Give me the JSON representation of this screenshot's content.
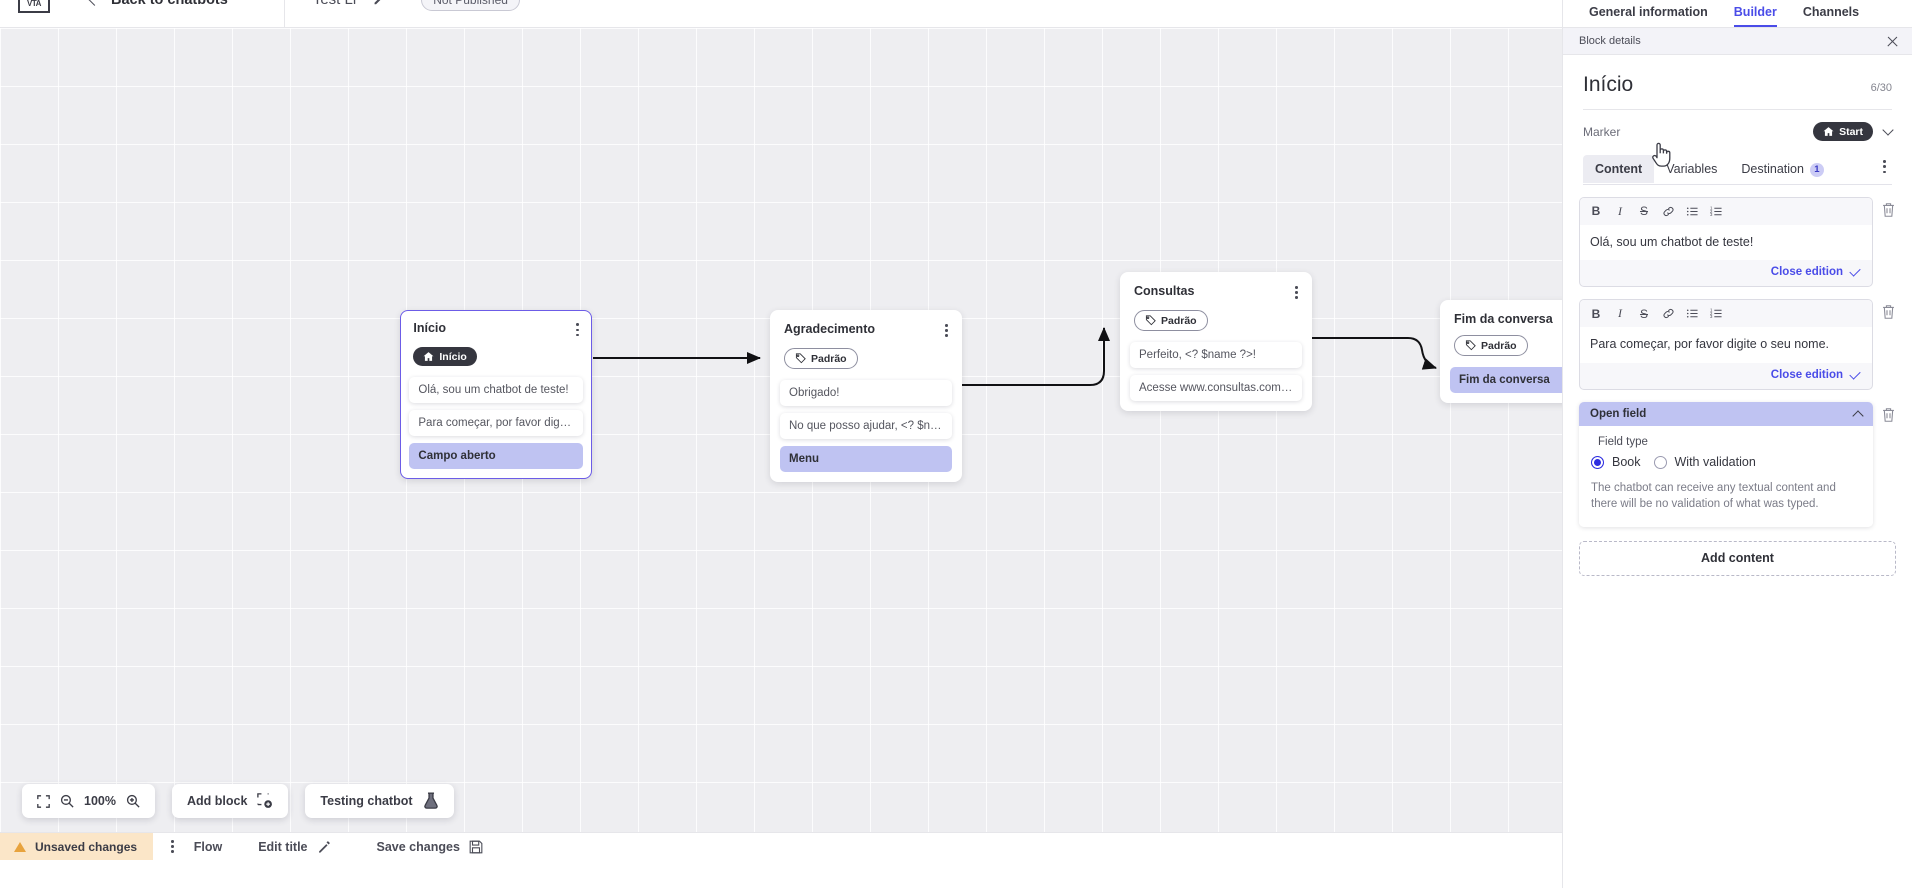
{
  "topbar": {
    "logo_text": "VTA",
    "back_label": "Back to chatbots",
    "bot_title": "Test Li",
    "edit_icon": "pencil-icon",
    "publish_status": "Not Published"
  },
  "panel": {
    "tabs": [
      {
        "label": "General information",
        "active": false
      },
      {
        "label": "Builder",
        "active": true
      },
      {
        "label": "Channels",
        "active": false
      }
    ],
    "block_details_label": "Block details",
    "close_icon": "close-icon",
    "block_title": "Início",
    "char_count": "6/30",
    "marker_label": "Marker",
    "marker_value": "Start",
    "marker_icon": "home-icon",
    "content_tabs": [
      {
        "label": "Content",
        "active": true,
        "badge": ""
      },
      {
        "label": "Variables",
        "active": false,
        "badge": ""
      },
      {
        "label": "Destination",
        "active": false,
        "badge": "1"
      }
    ],
    "overflow_icon": "kebab-menu-icon",
    "editors": [
      {
        "toolbar": [
          "B",
          "I",
          "S",
          "link-icon",
          "bullet-list-icon",
          "numbered-list-icon"
        ],
        "text": "Olá, sou um chatbot de teste!",
        "close_label": "Close edition",
        "delete_icon": "trash-icon"
      },
      {
        "toolbar": [
          "B",
          "I",
          "S",
          "link-icon",
          "bullet-list-icon",
          "numbered-list-icon"
        ],
        "text": "Para começar, por favor digite o seu nome.",
        "close_label": "Close edition",
        "delete_icon": "trash-icon"
      }
    ],
    "open_field": {
      "header": "Open field",
      "collapse_icon": "chevron-up-icon",
      "delete_icon": "trash-icon",
      "legend": "Field type",
      "options": [
        {
          "label": "Book",
          "selected": true
        },
        {
          "label": "With validation",
          "selected": false
        }
      ],
      "description": "The chatbot can receive any textual content and there will be no validation of what was typed."
    },
    "add_content_label": "Add content"
  },
  "canvas": {
    "zoom_level": "100%",
    "fit_icon": "fit-screen-icon",
    "zoom_out_icon": "zoom-out-icon",
    "zoom_in_icon": "zoom-in-icon",
    "add_block_label": "Add block",
    "add_block_icon": "add-block-icon",
    "testing_label": "Testing chatbot",
    "testing_icon": "flask-icon",
    "nodes": [
      {
        "id": "inicio",
        "title": "Início",
        "marker": "Início",
        "marker_kind": "start",
        "marker_icon": "home-icon",
        "selected": true,
        "rows": [
          {
            "text": "Olá, sou um chatbot de teste!",
            "highlight": false
          },
          {
            "text": "Para começar, por favor digite o ...",
            "highlight": false
          },
          {
            "text": "Campo aberto",
            "highlight": true
          }
        ]
      },
      {
        "id": "agradecimento",
        "title": "Agradecimento",
        "marker": "Padrão",
        "marker_kind": "padrao",
        "marker_icon": "tag-icon",
        "selected": false,
        "rows": [
          {
            "text": "Obrigado!",
            "highlight": false
          },
          {
            "text": "No que posso ajudar, <? $name ...",
            "highlight": false
          },
          {
            "text": "Menu",
            "highlight": true
          }
        ]
      },
      {
        "id": "consultas",
        "title": "Consultas",
        "marker": "Padrão",
        "marker_kind": "padrao",
        "marker_icon": "tag-icon",
        "selected": false,
        "rows": [
          {
            "text": "Perfeito, <? $name ?>!",
            "highlight": false
          },
          {
            "text": "Acesse www.consultas.com par...",
            "highlight": false
          }
        ]
      },
      {
        "id": "fim",
        "title": "Fim da conversa",
        "marker": "Padrão",
        "marker_kind": "padrao",
        "marker_icon": "tag-icon",
        "selected": false,
        "rows": [
          {
            "text": "Fim da conversa",
            "highlight": true
          }
        ]
      }
    ]
  },
  "statusbar": {
    "unsaved_label": "Unsaved changes",
    "warning_icon": "warning-icon",
    "overflow_icon": "kebab-menu-icon",
    "flow_label": "Flow",
    "edit_title_label": "Edit title",
    "edit_title_icon": "pencil-icon",
    "save_label": "Save changes",
    "save_icon": "save-icon"
  },
  "colors": {
    "accent": "#4a4ce8",
    "highlight": "#bfc3f2",
    "canvas_bg": "#eeeef1",
    "warning_bg": "#fbe6c8"
  }
}
